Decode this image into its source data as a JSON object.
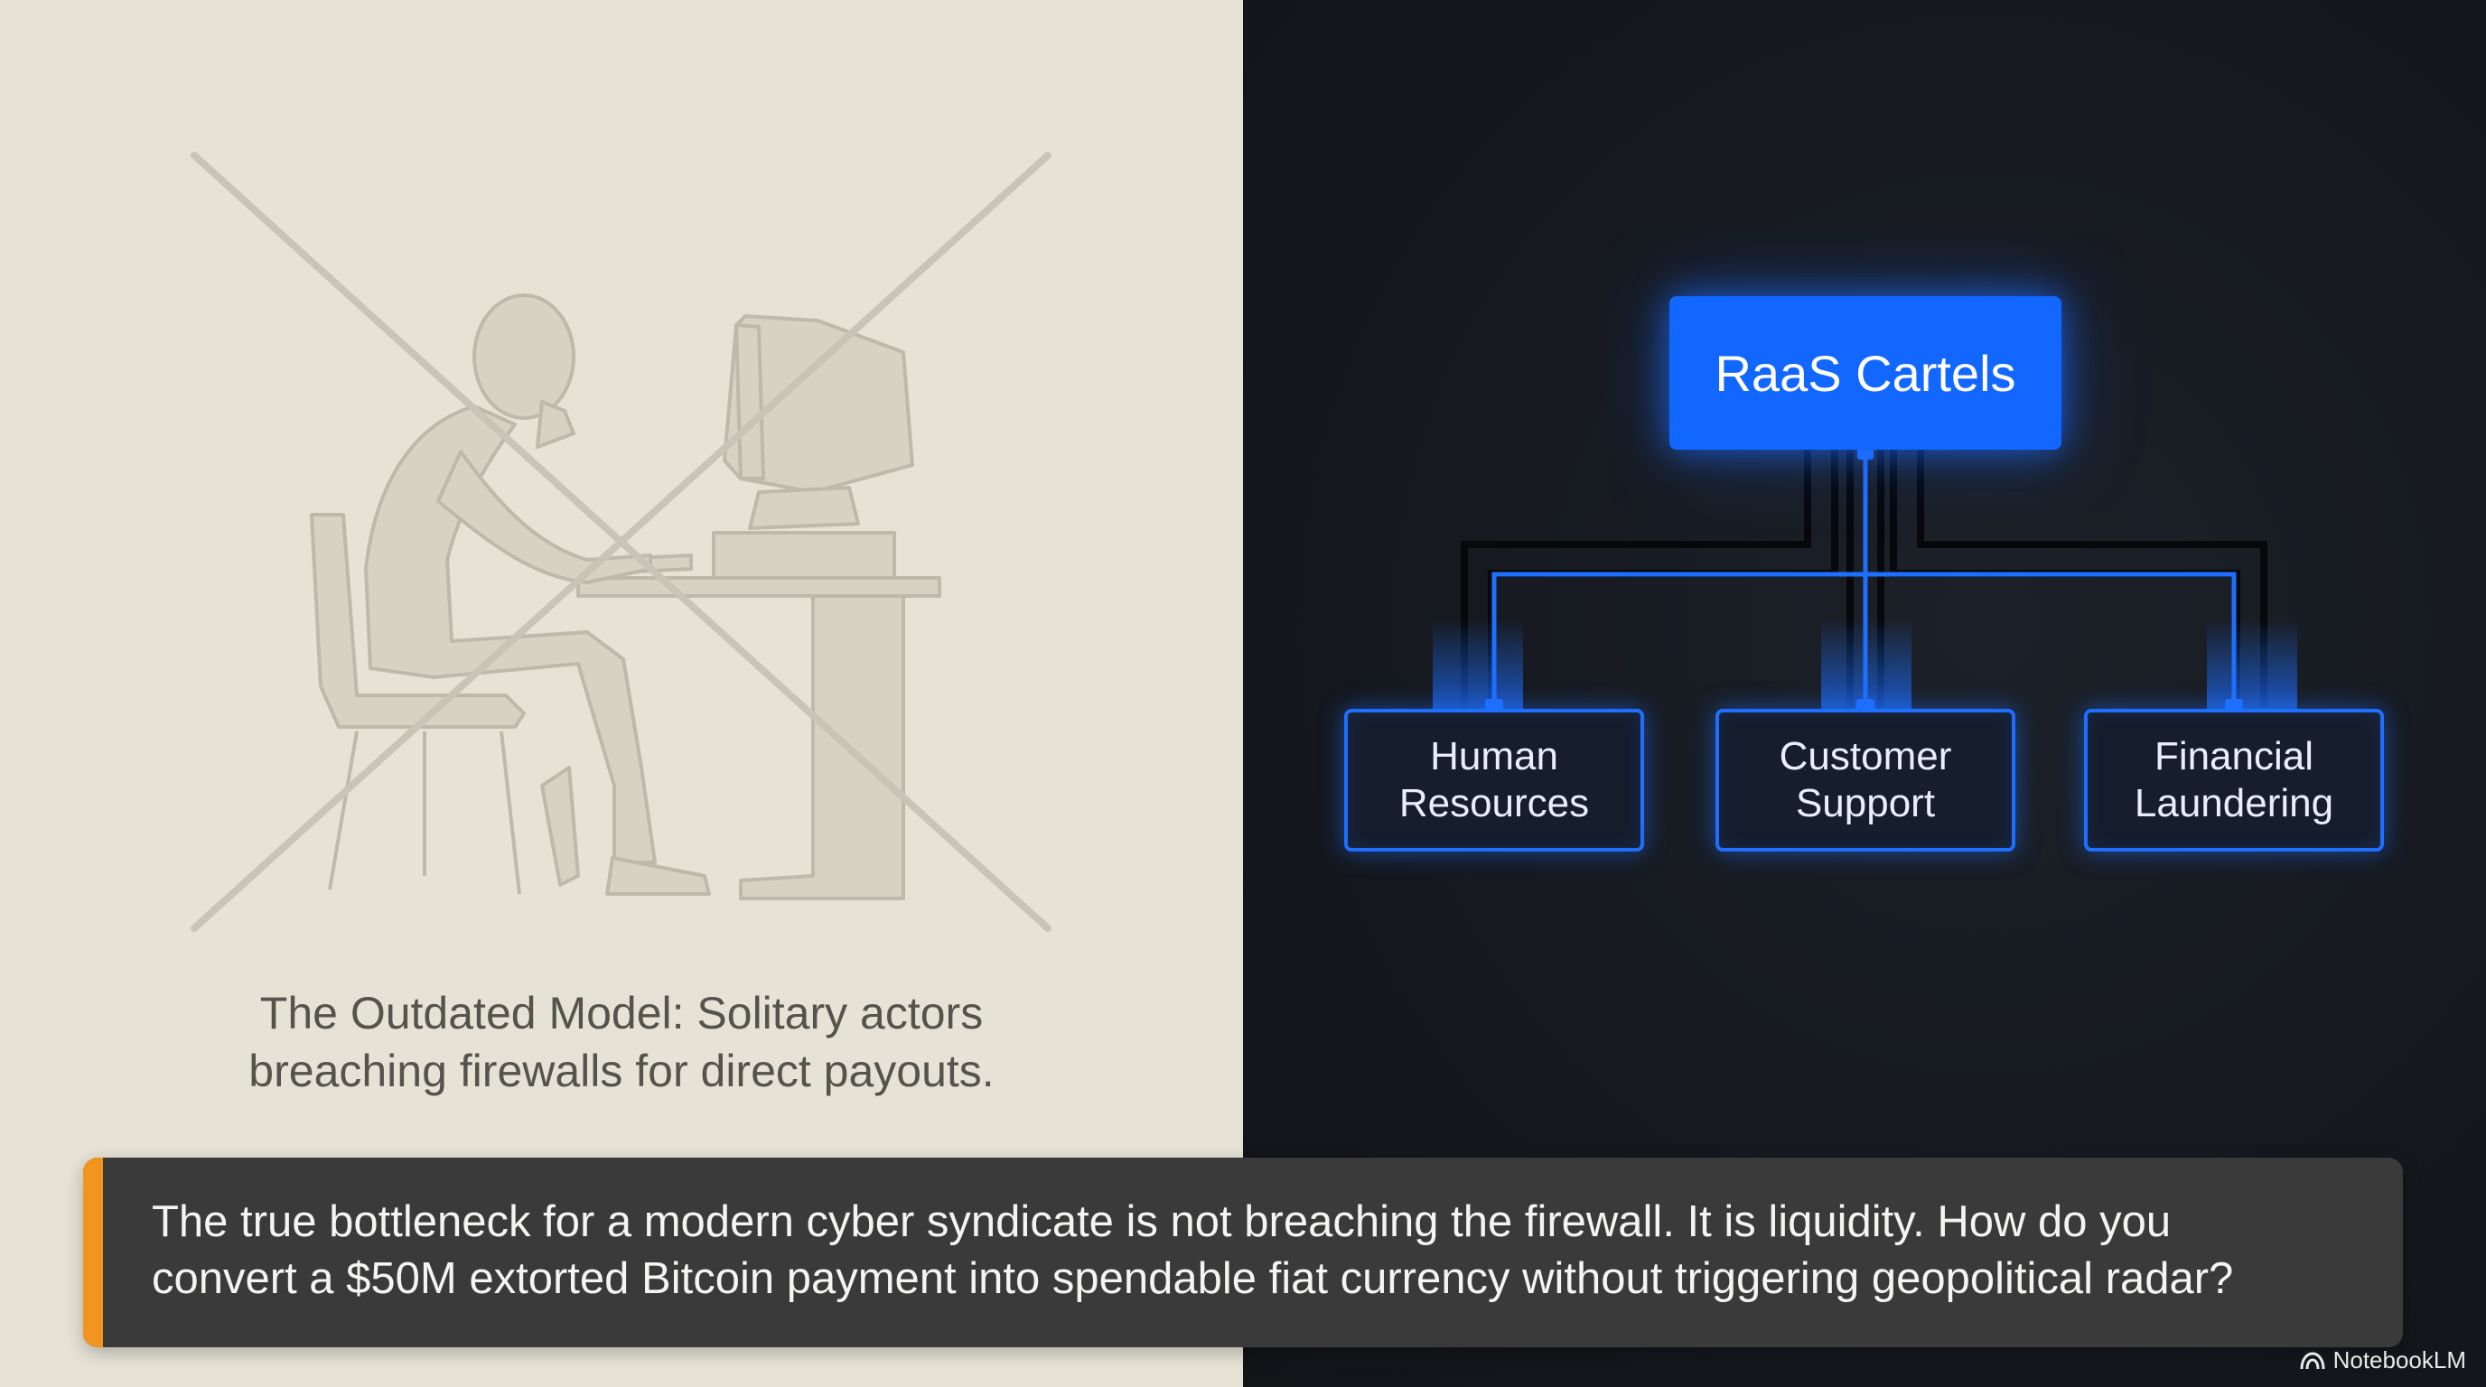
{
  "left_panel": {
    "caption_line1": "The Outdated Model: Solitary actors",
    "caption_line2": "breaching firewalls for direct payouts.",
    "illustration_icons": [
      "person-at-computer-icon",
      "cross-out-icon"
    ]
  },
  "org_chart": {
    "root": "RaaS Cartels",
    "children": [
      {
        "line1": "Human",
        "line2": "Resources"
      },
      {
        "line1": "Customer",
        "line2": "Support"
      },
      {
        "line1": "Financial",
        "line2": "Laundering"
      }
    ]
  },
  "caption": {
    "line1": "The true bottleneck for a modern cyber syndicate is not breaching the firewall. It is liquidity. How do you",
    "line2": "convert a $50M extorted Bitcoin payment into spendable fiat currency without triggering geopolitical radar?"
  },
  "brand": {
    "name": "NotebookLM",
    "icon": "notebooklm-logo-icon"
  },
  "colors": {
    "left_background": "#e6e3d6",
    "right_background": "#15181e",
    "accent_blue": "#1167ff",
    "caption_accent": "#f19520",
    "caption_background": "#3a3a3b"
  }
}
